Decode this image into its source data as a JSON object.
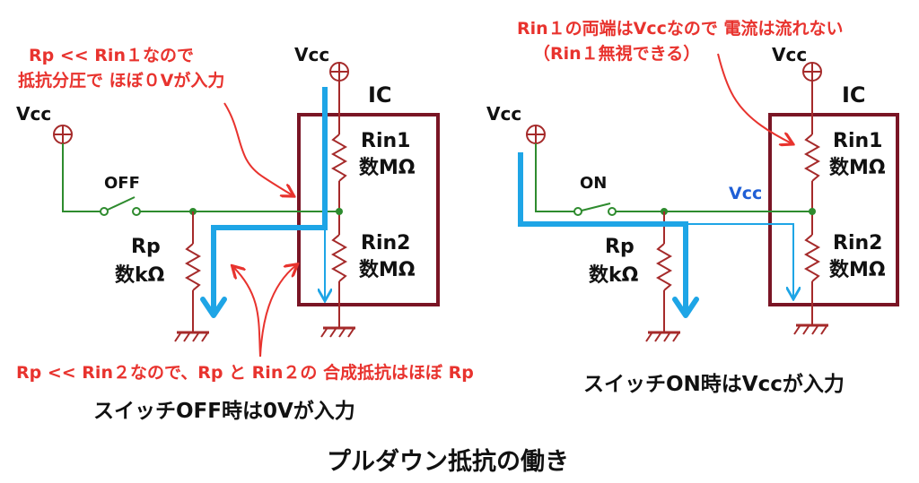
{
  "title": "プルダウン抵抗の働き",
  "colors": {
    "wire": "#2e8b2e",
    "resistor": "#a52a2a",
    "ic_box": "#7a1525",
    "current": "#1ea5e6",
    "annotation": "#e8332e",
    "vcc_label": "#1f5fd6"
  },
  "left": {
    "vcc_ic": "Vcc",
    "vcc_switch": "Vcc",
    "ic": "IC",
    "rin1_name": "Rin1",
    "rin1_value": "数MΩ",
    "rin2_name": "Rin2",
    "rin2_value": "数MΩ",
    "switch_state": "OFF",
    "rp_name": "Rp",
    "rp_value": "数kΩ",
    "note_top_line1": "Rp << Rin１なので",
    "note_top_line2": "抵抗分圧で ほぼ０Vが入力",
    "note_bottom": "Rp << Rin２なので、Rp と Rin２の 合成抵抗はほぼ Rp",
    "caption": "スイッチOFF時は0Vが入力"
  },
  "right": {
    "vcc_ic": "Vcc",
    "vcc_switch": "Vcc",
    "ic": "IC",
    "rin1_name": "Rin1",
    "rin1_value": "数MΩ",
    "rin2_name": "Rin2",
    "rin2_value": "数MΩ",
    "switch_state": "ON",
    "node_label": "Vcc",
    "rp_name": "Rp",
    "rp_value": "数kΩ",
    "note_top_line1": "Rin１の両端はVccなので 電流は流れない",
    "note_top_line2": "（Rin１無視できる）",
    "caption": "スイッチON時はVccが入力"
  }
}
